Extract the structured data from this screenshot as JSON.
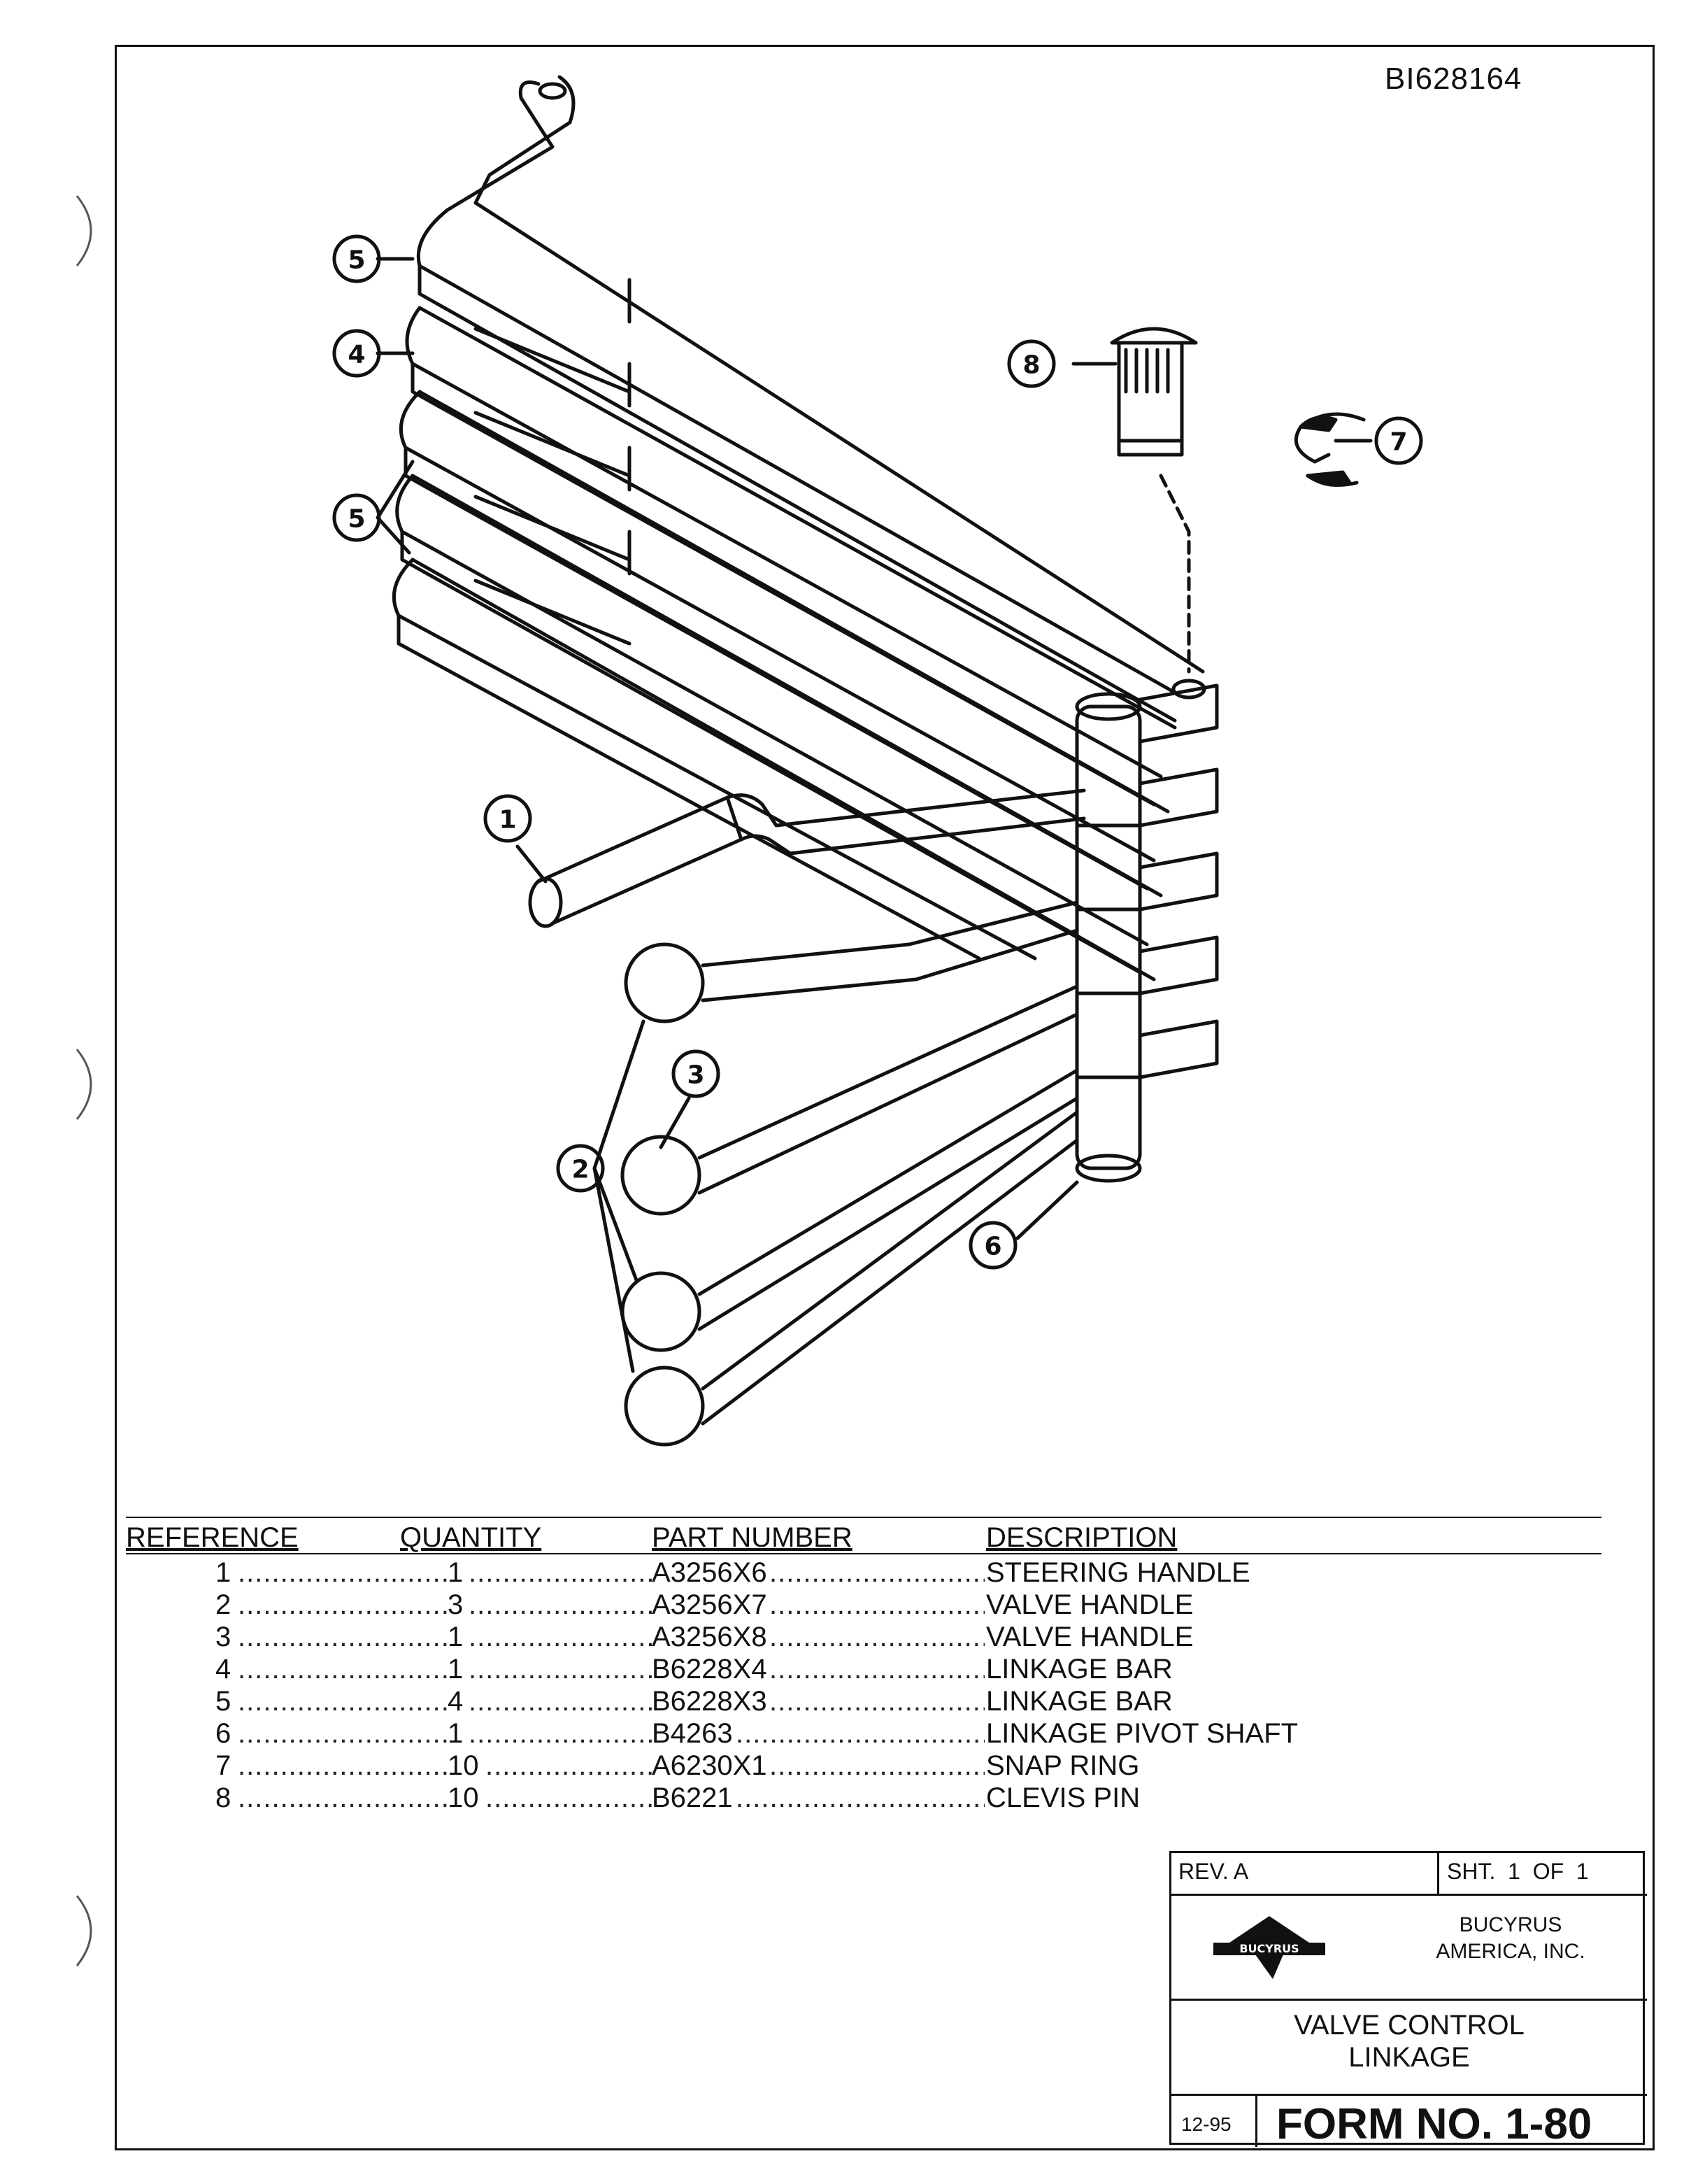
{
  "drawing_id": "BI628164",
  "parts_table": {
    "headers": {
      "reference": "REFERENCE",
      "quantity": "QUANTITY",
      "part_number": "PART NUMBER",
      "description": "DESCRIPTION"
    },
    "rows": [
      {
        "ref": "1",
        "qty": "1",
        "part": "A3256X6",
        "desc": "STEERING HANDLE"
      },
      {
        "ref": "2",
        "qty": "3",
        "part": "A3256X7",
        "desc": "VALVE HANDLE"
      },
      {
        "ref": "3",
        "qty": "1",
        "part": "A3256X8",
        "desc": "VALVE HANDLE"
      },
      {
        "ref": "4",
        "qty": "1",
        "part": "B6228X4",
        "desc": "LINKAGE BAR"
      },
      {
        "ref": "5",
        "qty": "4",
        "part": "B6228X3",
        "desc": "LINKAGE BAR"
      },
      {
        "ref": "6",
        "qty": "1",
        "part": "B4263",
        "desc": "LINKAGE PIVOT SHAFT"
      },
      {
        "ref": "7",
        "qty": "10",
        "part": "A6230X1",
        "desc": "SNAP RING"
      },
      {
        "ref": "8",
        "qty": "10",
        "part": "B6221",
        "desc": "CLEVIS PIN"
      }
    ]
  },
  "callouts": {
    "c1": "1",
    "c2": "2",
    "c3": "3",
    "c4": "4",
    "c5a": "5",
    "c5b": "5",
    "c6": "6",
    "c7": "7",
    "c8": "8"
  },
  "title_block": {
    "rev": "REV. A",
    "sheet": "SHT.  1  OF  1",
    "logo_text": "BUCYRUS",
    "company_line1": "BUCYRUS",
    "company_line2": "AMERICA, INC.",
    "title_line1": "VALVE CONTROL",
    "title_line2": "LINKAGE",
    "date": "12-95",
    "form_no": "FORM NO. 1-80"
  }
}
